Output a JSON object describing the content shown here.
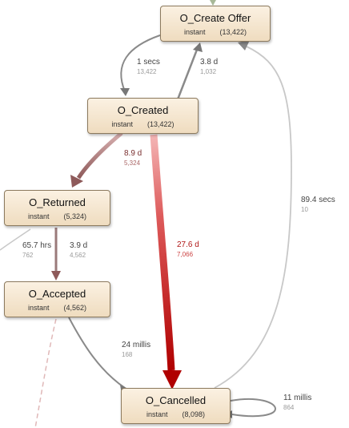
{
  "nodes": {
    "create_offer": {
      "name": "O_Create Offer",
      "kind": "instant",
      "count": "(13,422)"
    },
    "created": {
      "name": "O_Created",
      "kind": "instant",
      "count": "(13,422)"
    },
    "returned": {
      "name": "O_Returned",
      "kind": "instant",
      "count": "(5,324)"
    },
    "accepted": {
      "name": "O_Accepted",
      "kind": "instant",
      "count": "(4,562)"
    },
    "cancelled": {
      "name": "O_Cancelled",
      "kind": "instant",
      "count": "(8,098)"
    }
  },
  "edges": {
    "offer_to_created": {
      "time": "1 secs",
      "count": "13,422"
    },
    "created_to_offer": {
      "time": "3.8 d",
      "count": "1,032"
    },
    "created_to_returned": {
      "time": "8.9 d",
      "count": "5,324"
    },
    "created_to_cancelled": {
      "time": "27.6 d",
      "count": "7,066"
    },
    "cancelled_to_offer": {
      "time": "89.4 secs",
      "count": "10"
    },
    "returned_in": {
      "time": "65.7 hrs",
      "count": "762"
    },
    "returned_to_accepted": {
      "time": "3.9 d",
      "count": "4,562"
    },
    "accepted_to_cancelled": {
      "time": "24 millis",
      "count": "168"
    },
    "cancelled_self": {
      "time": "11 millis",
      "count": "864"
    }
  },
  "colors": {
    "grey_edge": "#8a8a8a",
    "light_edge": "#c8c8c8",
    "brown_edge": "#9a6a6a",
    "red_edge": "#c40c0c",
    "node_border": "#8c7a5e"
  }
}
